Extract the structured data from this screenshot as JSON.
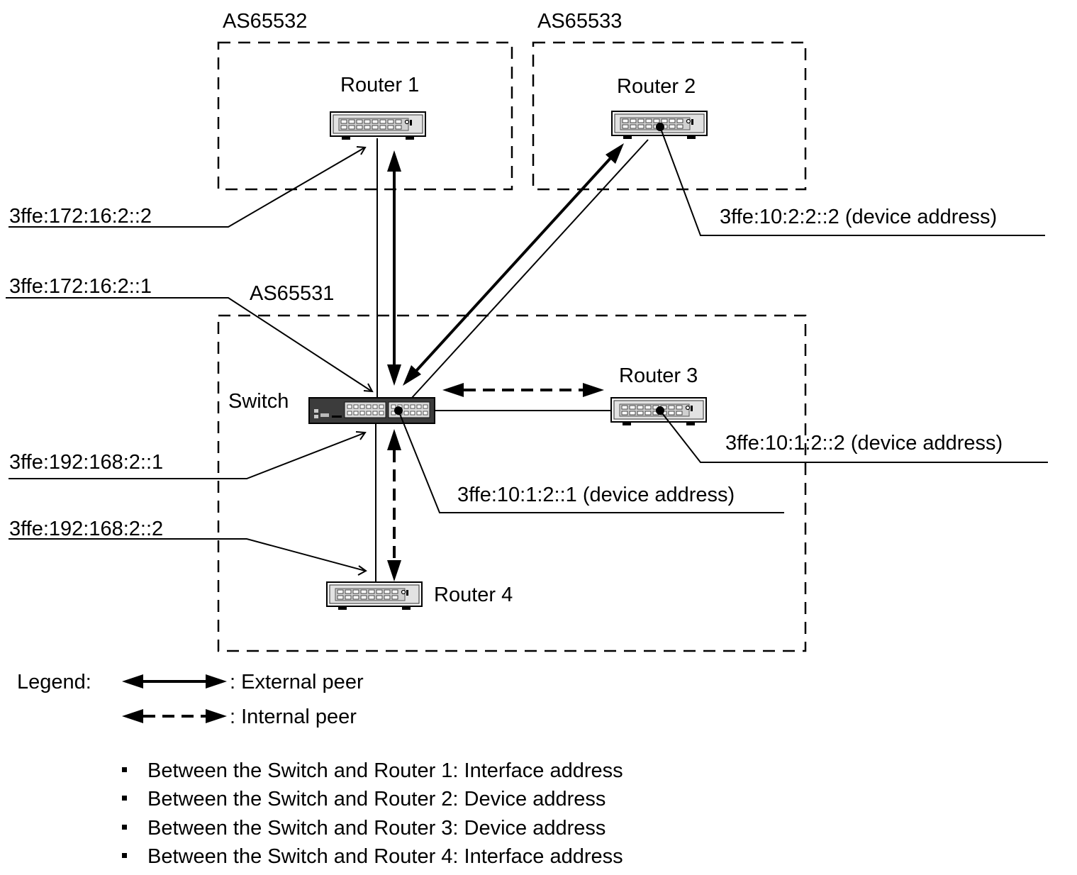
{
  "as_labels": {
    "as65532": "AS65532",
    "as65533": "AS65533",
    "as65531": "AS65531"
  },
  "devices": {
    "router1": "Router 1",
    "router2": "Router 2",
    "router3": "Router 3",
    "router4": "Router 4",
    "switch": "Switch"
  },
  "addresses": {
    "r1_interface": "3ffe:172:16:2::2",
    "switch_to_r1": "3ffe:172:16:2::1",
    "r2_device": "3ffe:10:2:2::2 (device address)",
    "r3_device": "3ffe:10:1:2::2 (device address)",
    "switch_device": "3ffe:10:1:2::1 (device address)",
    "switch_to_r4": "3ffe:192:168:2::1",
    "r4_interface": "3ffe:192:168:2::2"
  },
  "legend": {
    "title": "Legend:",
    "external": ": External peer",
    "internal": ": Internal peer"
  },
  "notes": [
    "Between the Switch and Router 1: Interface address",
    "Between the Switch and Router 2: Device address",
    "Between the Switch and Router 3: Device address",
    "Between the Switch and Router 4: Interface address"
  ]
}
